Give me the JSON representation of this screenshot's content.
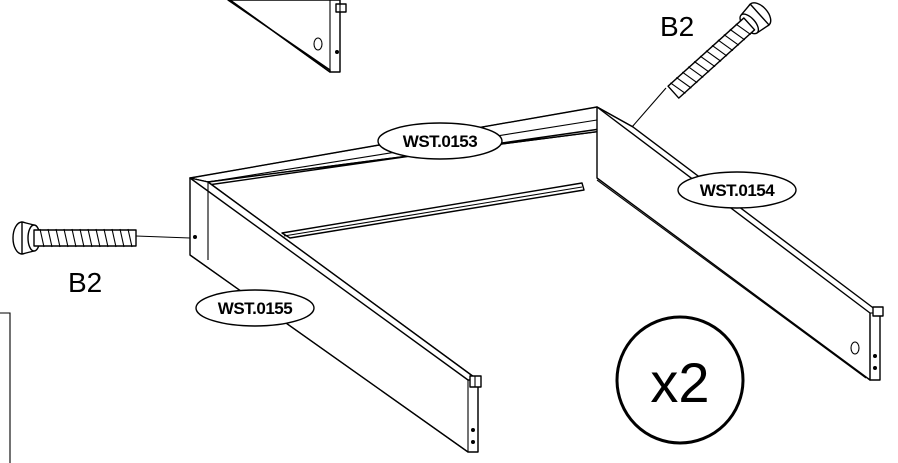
{
  "parts": {
    "back_panel": "WST.0153",
    "right_panel": "WST.0154",
    "left_panel": "WST.0155"
  },
  "fasteners": {
    "top_dowel": "B2",
    "left_dowel": "B2"
  },
  "quantity": "x2",
  "colors": {
    "line": "#000000",
    "background": "#ffffff"
  }
}
